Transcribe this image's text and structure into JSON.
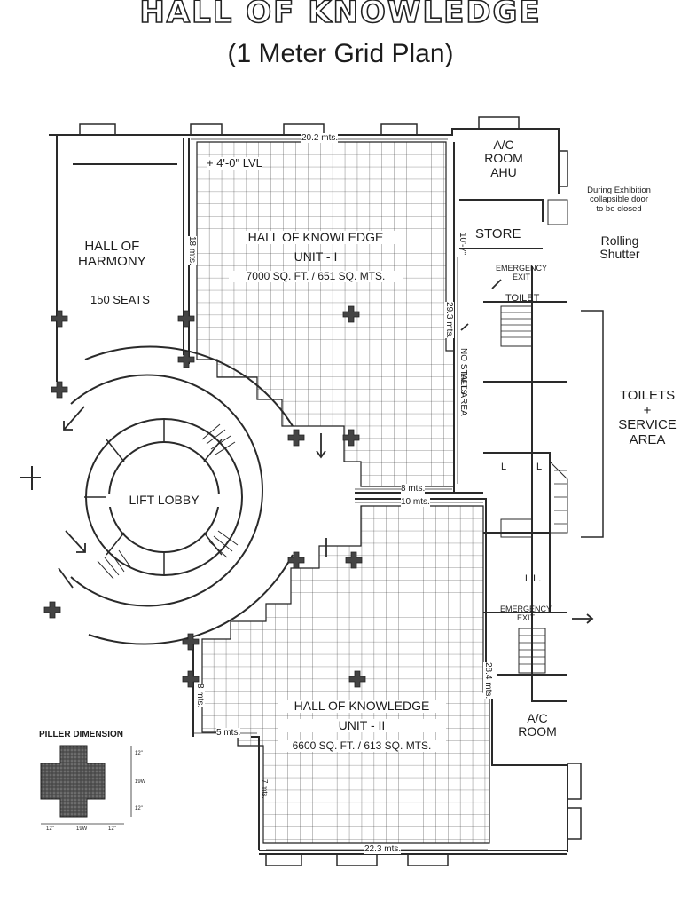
{
  "header": {
    "title": "HALL OF KNOWLEDGE",
    "subtitle": "(1 Meter Grid Plan)"
  },
  "rooms": {
    "hall_of_harmony": "HALL OF\nHARMONY",
    "hall_of_harmony_seats": "150 SEATS",
    "unit1_name": "HALL OF KNOWLEDGE",
    "unit1_sub": "UNIT - I",
    "unit1_area": "7000 SQ. FT. / 651 SQ. MTS.",
    "unit2_name": "HALL OF KNOWLEDGE",
    "unit2_sub": "UNIT - II",
    "unit2_area": "6600 SQ. FT. / 613 SQ. MTS.",
    "lift_lobby": "LIFT LOBBY",
    "ac_room_ahu": "A/C\nROOM\nAHU",
    "ac_room": "A/C\nROOM",
    "store": "STORE",
    "toilet": "TOILET",
    "toilets_service": "TOILETS\n+\nSERVICE\nAREA",
    "lifts": "LIFTS",
    "ll": "L.L.",
    "l1": "L",
    "l2": "L"
  },
  "notes": {
    "level": "+ 4'-0\" LVL",
    "exhibition_note": "During Exhibition\ncollapsible door\nto be closed",
    "rolling_shutter": "Rolling\nShutter",
    "emergency_exit_1": "EMERGENCY\nEXIT",
    "emergency_exit_2": "EMERGENCY\nEXIT",
    "no_stall": "NO STALL AREA"
  },
  "dimensions": {
    "top_width": "20.2 mts.",
    "left_height": "18 mts.",
    "store_width": "10'-7\"",
    "right_height_1": "29.3 mts.",
    "step_8": "8 mts.",
    "step_10": "10 mts.",
    "right_height_2": "28.4 mts.",
    "left_height_2": "8 mts.",
    "step_5": "5 mts.",
    "bottom_width": "22.3 mts.",
    "lower_left": "7 mts."
  },
  "legend": {
    "title": "PILLER DIMENSION",
    "dim_a": "12\"",
    "dim_b": "19W",
    "dim_c": "12\"",
    "dim_d": "12\"",
    "dim_e": "19W",
    "dim_f": "12\""
  },
  "colors": {
    "line": "#2a2a2a",
    "paper": "#ffffff",
    "pillar_fill": "#4a4a4a"
  }
}
